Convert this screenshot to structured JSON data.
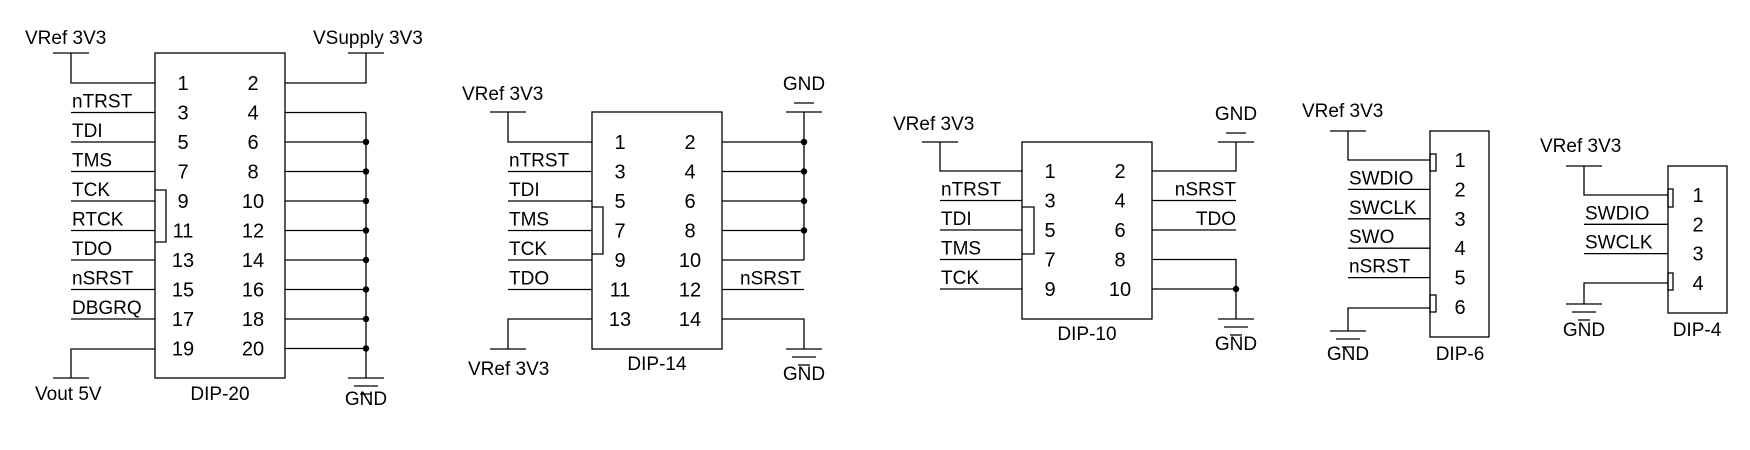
{
  "colors": {
    "line": "#000000",
    "background": "#ffffff"
  },
  "dip20": {
    "title": "DIP-20",
    "pins": [
      "1",
      "2",
      "3",
      "4",
      "5",
      "6",
      "7",
      "8",
      "9",
      "10",
      "11",
      "12",
      "13",
      "14",
      "15",
      "16",
      "17",
      "18",
      "19",
      "20"
    ],
    "signals": [
      "nTRST",
      "TDI",
      "TMS",
      "TCK",
      "RTCK",
      "TDO",
      "nSRST",
      "DBGRQ"
    ],
    "vref": "VRef 3V3",
    "vsupply": "VSupply 3V3",
    "vout": "Vout 5V",
    "gnd": "GND"
  },
  "dip14": {
    "title": "DIP-14",
    "pins": [
      "1",
      "2",
      "3",
      "4",
      "5",
      "6",
      "7",
      "8",
      "9",
      "10",
      "11",
      "12",
      "13",
      "14"
    ],
    "signals": [
      "nTRST",
      "TDI",
      "TMS",
      "TCK",
      "TDO"
    ],
    "right_signal": "nSRST",
    "vref_top": "VRef 3V3",
    "vref_bottom": "VRef 3V3",
    "gnd_top": "GND",
    "gnd_bottom": "GND"
  },
  "dip10": {
    "title": "DIP-10",
    "pins": [
      "1",
      "2",
      "3",
      "4",
      "5",
      "6",
      "7",
      "8",
      "9",
      "10"
    ],
    "signals": [
      "nTRST",
      "TDI",
      "TMS",
      "TCK"
    ],
    "right_signals": [
      "nSRST",
      "TDO"
    ],
    "vref": "VRef 3V3",
    "gnd_top": "GND",
    "gnd_bottom": "GND"
  },
  "dip6": {
    "title": "DIP-6",
    "pins": [
      "1",
      "2",
      "3",
      "4",
      "5",
      "6"
    ],
    "signals": [
      "SWDIO",
      "SWCLK",
      "SWO",
      "nSRST"
    ],
    "vref": "VRef 3V3",
    "gnd": "GND"
  },
  "dip4": {
    "title": "DIP-4",
    "pins": [
      "1",
      "2",
      "3",
      "4"
    ],
    "signals": [
      "SWDIO",
      "SWCLK"
    ],
    "vref": "VRef 3V3",
    "gnd": "GND"
  }
}
